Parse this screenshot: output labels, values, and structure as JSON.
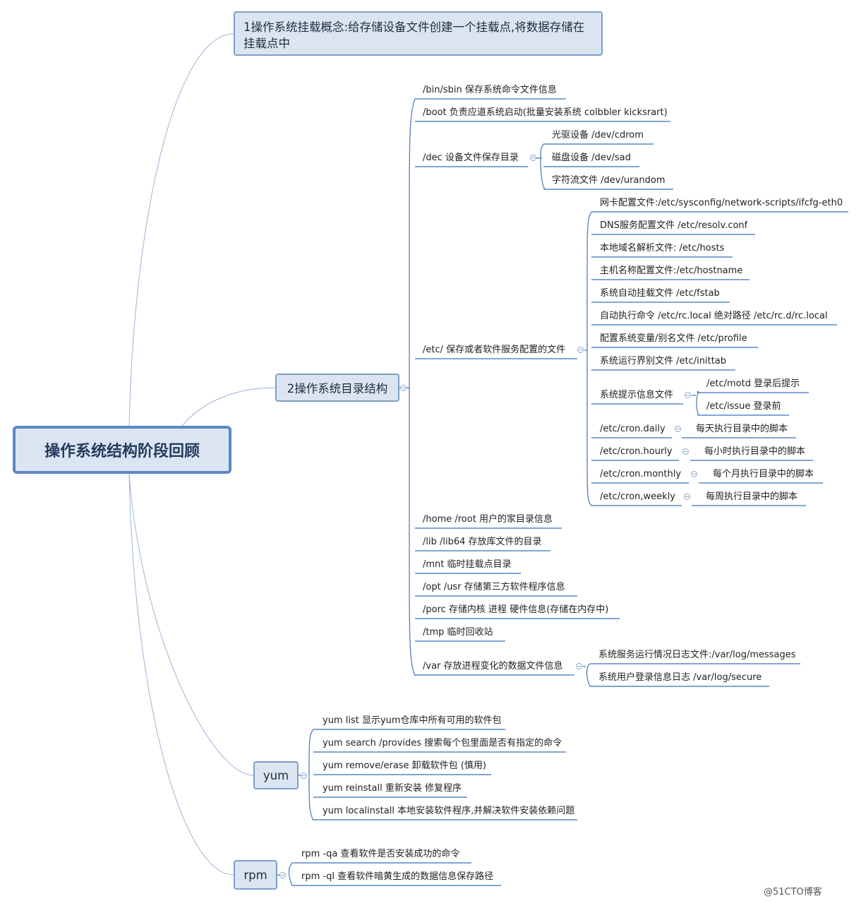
{
  "root": {
    "title": "操作系统结构阶段回顾"
  },
  "topic1": {
    "text": "1操作系统挂载概念:给存储设备文件创建一个挂载点,将数据存储在挂载点中"
  },
  "topic2": {
    "title": "2操作系统目录结构",
    "items": {
      "bin": "/bin/sbin 保存系统命令文件信息",
      "boot": "/boot 负责应道系统启动(批量安装系统 colbbler kicksrart)",
      "dev": "/dec 设备文件保存目录",
      "dev_children": [
        "光驱设备 /dev/cdrom",
        "磁盘设备 /dev/sad",
        "字符流文件 /dev/urandom"
      ],
      "etc": "/etc/ 保存或者软件服务配置的文件",
      "etc_children": [
        "网卡配置文件:/etc/sysconfig/network-scripts/ifcfg-eth0",
        "DNS服务配置文件 /etc/resolv.conf",
        "本地域名解析文件: /etc/hosts",
        "主机名称配置文件:/etc/hostname",
        "系统自动挂载文件 /etc/fstab",
        "自动执行命令 /etc/rc.local  绝对路径 /etc/rc.d/rc.local",
        "配置系统变量/别名文件 /etc/profile",
        "系统运行界别文件 /etc/inittab"
      ],
      "etc_notice": "系统提示信息文件",
      "etc_notice_children": [
        "/etc/motd 登录后提示",
        "/etc/issue 登录前"
      ],
      "cron": [
        {
          "dir": "/etc/cron.daily",
          "desc": "每天执行目录中的脚本"
        },
        {
          "dir": "/etc/cron.hourly",
          "desc": "每小时执行目录中的脚本"
        },
        {
          "dir": "/etc/cron.monthly",
          "desc": "每个月执行目录中的脚本"
        },
        {
          "dir": "/etc/cron,weekly",
          "desc": "每周执行目录中的脚本"
        }
      ],
      "home": "/home /root 用户的家目录信息",
      "lib": "/lib /lib64 存放库文件的目录",
      "mnt": "/mnt 临时挂载点目录",
      "opt": "/opt  /usr 存储第三方软件程序信息",
      "proc": "/porc  存储内核 进程 硬件信息(存储在内存中)",
      "tmp": "/tmp  临时回收站",
      "var": "/var  存放进程变化的数据文件信息",
      "var_children": [
        "系统服务运行情况日志文件:/var/log/messages",
        "系统用户登录信息日志 /var/log/secure"
      ]
    }
  },
  "yum": {
    "title": "yum",
    "items": [
      "yum list 显示yum仓库中所有可用的软件包",
      "yum search /provides 搜索每个包里面是否有指定的命令",
      "yum remove/erase  卸载软件包 (慎用)",
      "yum reinstall 重新安装 修复程序",
      "yum localinstall 本地安装软件程序,并解决软件安装依赖问题"
    ]
  },
  "rpm": {
    "title": "rpm",
    "items": [
      "rpm -qa   查看软件是否安装成功的命令",
      "rpm -ql 查看软件暗黄生成的数据信息保存路径"
    ]
  },
  "watermark": "@51CTO博客",
  "colors": {
    "box_fill": "#dbe5f1",
    "box_border": "#7f9ec8",
    "line": "#5b87c5"
  }
}
